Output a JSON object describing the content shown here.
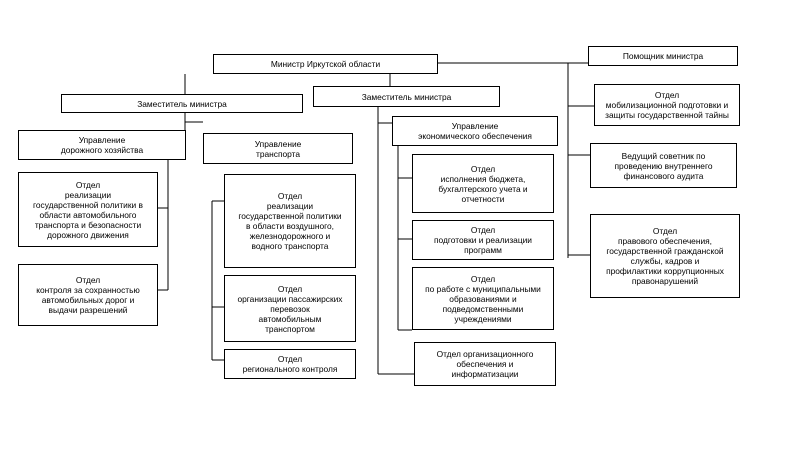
{
  "minister": "Министр Иркутской области",
  "assistant": "Помощник министра",
  "deputy_left": "Заместитель министра",
  "deputy_center": "Заместитель министра",
  "dept_road_mgmt": "Управление\nдорожного хозяйства",
  "dept_transport_mgmt": "Управление\nтранспорта",
  "dept_econ_mgmt": "Управление\nэкономического обеспечения",
  "dept_road_policy": "Отдел\nреализации\nгосударственной политики в\nобласти автомобильного\nтранспорта и безопасности\nдорожного движения",
  "dept_road_safety": "Отдел\nконтроля за сохранностью\nавтомобильных дорог и\nвыдачи разрешений",
  "dept_air_rail_water": "Отдел\nреализации\nгосударственной политики\nв области воздушного,\nжелезнодорожного и\nводного транспорта",
  "dept_passenger": "Отдел\nорганизации пассажирских\nперевозок\nавтомобильным\nтранспортом",
  "dept_regional_control": "Отдел\nрегионального контроля",
  "dept_budget": "Отдел\nисполнения бюджета,\nбухгалтерского учета и\nотчетности",
  "dept_programs": "Отдел\nподготовки и реализации\nпрограмм",
  "dept_municipal": "Отдел\nпо работе с муниципальными\nобразованиями и\nподведомственными\nучреждениями",
  "dept_org_support": "Отдел организационного\nобеспечения и\nинформатизации",
  "dept_mobilization": "Отдел\nмобилизационной подготовки и\nзащиты государственной тайны",
  "senior_advisor": "Ведущий советник по\nпроведению внутреннего\nфинансового аудита",
  "dept_legal": "Отдел\nправового обеспечения,\nгосударственной гражданской\nслужбы, кадров и\nпрофилактики коррупционных\nправонарушений"
}
